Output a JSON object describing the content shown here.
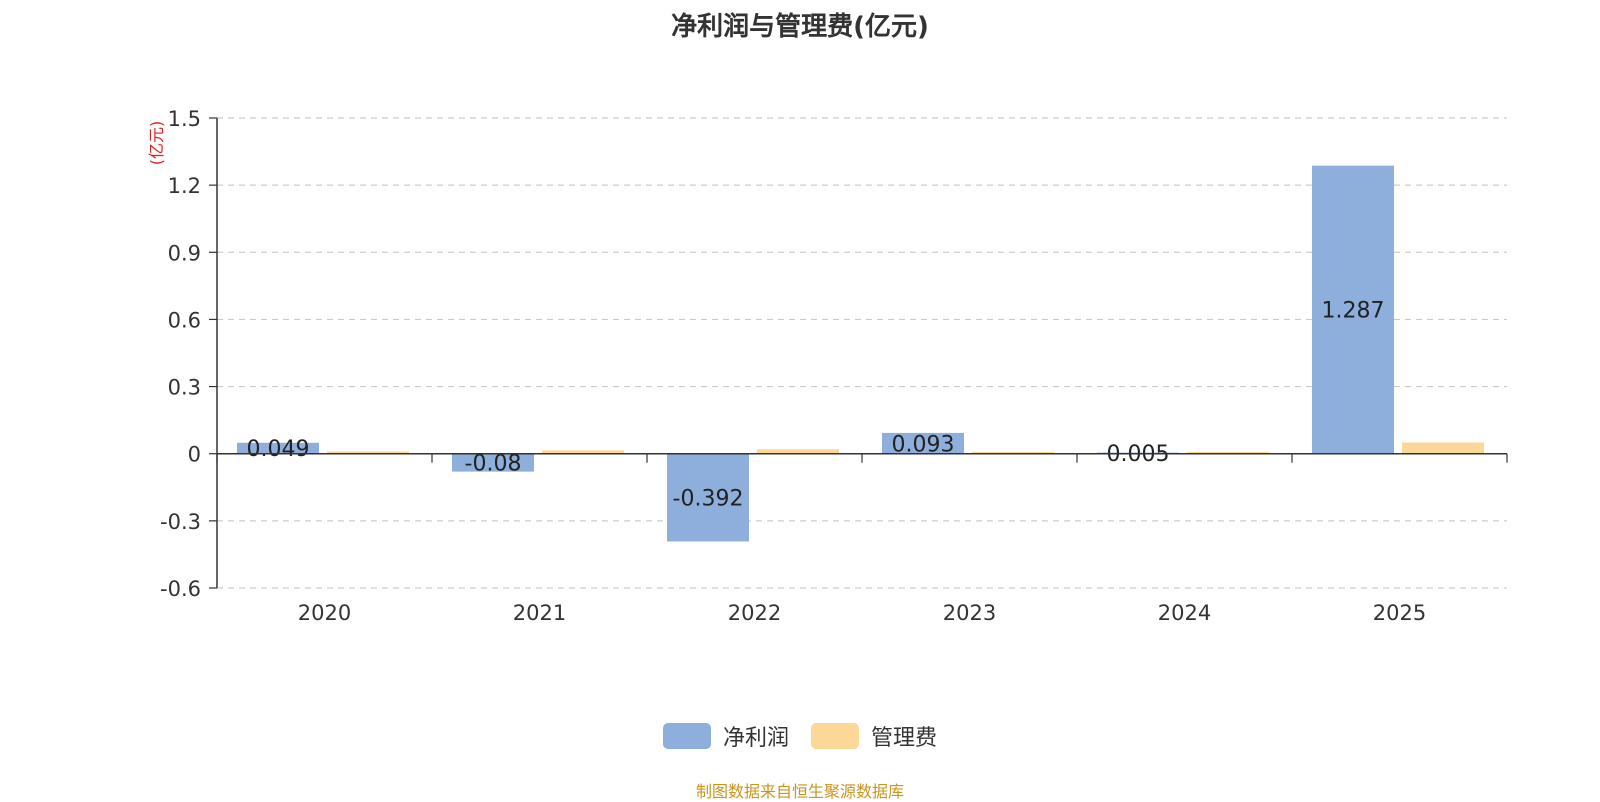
{
  "colors": {
    "net_profit": "#8eaedc",
    "admin_expense": "#fcd898",
    "unit_label": "#e02020",
    "source": "#c8961e"
  },
  "source_note": "制图数据来自恒生聚源数据库",
  "chart_data": {
    "type": "bar",
    "title": "净利润与管理费(亿元)",
    "ylabel": "(亿元)",
    "xlabel": "",
    "categories": [
      "2020",
      "2021",
      "2022",
      "2023",
      "2024",
      "2025"
    ],
    "ylim": [
      -0.6,
      1.5
    ],
    "yticks": [
      "1.5",
      "1.2",
      "0.9",
      "0.6",
      "0.3",
      "0",
      "-0.3",
      "-0.6"
    ],
    "ytick_values": [
      1.5,
      1.2,
      0.9,
      0.6,
      0.3,
      0,
      -0.3,
      -0.6
    ],
    "grid": "dashed",
    "legend_position": "bottom-center",
    "series": [
      {
        "name": "净利润",
        "values": [
          0.049,
          -0.08,
          -0.392,
          0.093,
          0.005,
          1.287
        ],
        "labels": [
          "0.049",
          "-0.08",
          "-0.392",
          "0.093",
          "0.005",
          "1.287"
        ]
      },
      {
        "name": "管理费",
        "values": [
          0.01,
          0.015,
          0.02,
          0.008,
          0.008,
          0.05
        ]
      }
    ]
  }
}
